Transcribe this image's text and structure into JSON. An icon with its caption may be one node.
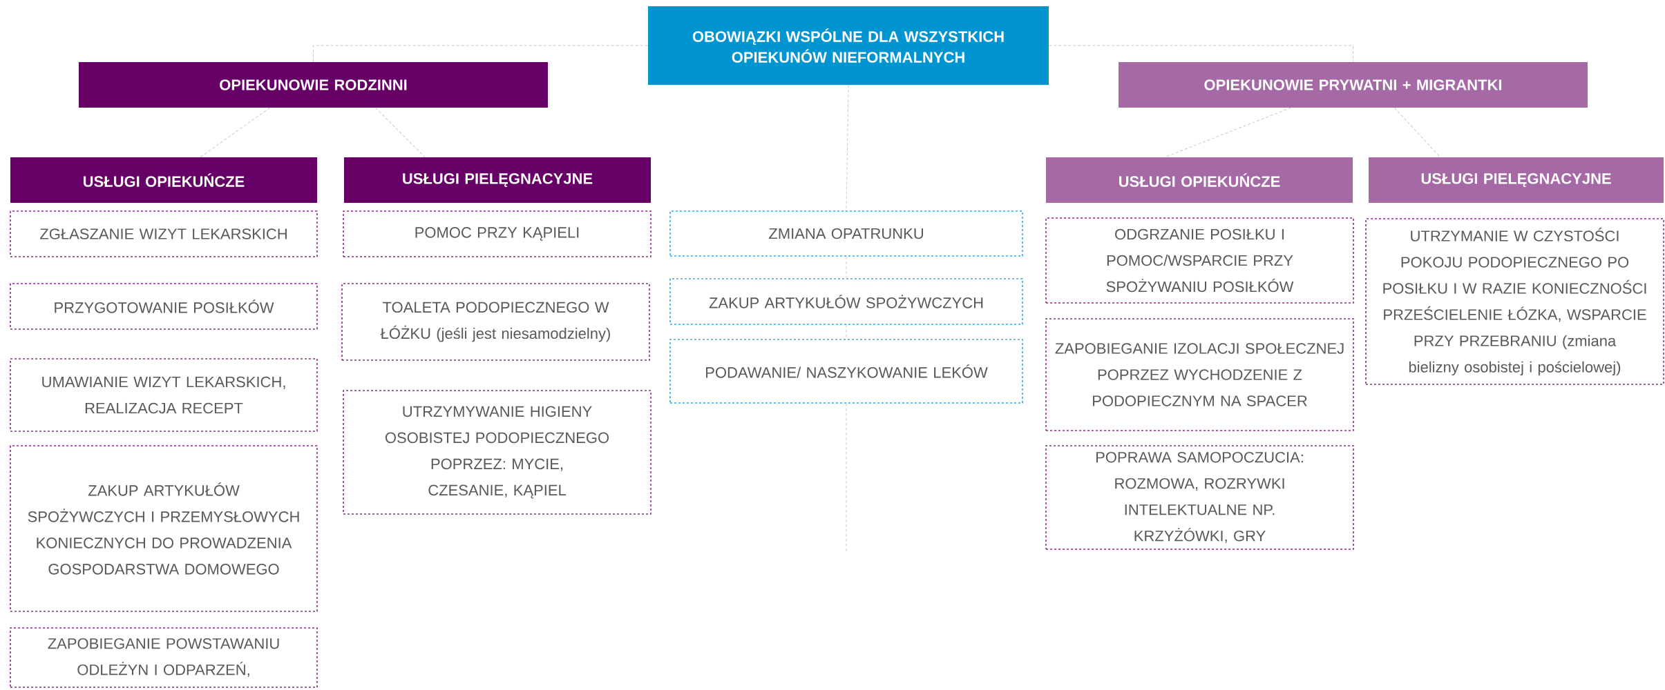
{
  "diagram": {
    "nodes": [
      {
        "text": [
          "OBOWIĄZKI WSPÓLNE DLA WSZYSTKICH OPIEKUNÓW NIEFORMALNYCH"
        ]
      },
      {
        "text": [
          "OPIEKUNOWIE RODZINNI"
        ]
      },
      {
        "text": [
          "OPIEKUNOWIE PRYWATNI + MIGRANTKI"
        ]
      },
      {
        "text": [
          "USŁUGI OPIEKUŃCZE"
        ]
      },
      {
        "text": [
          "USŁUGI PIELĘGNACYJNE"
        ]
      },
      {
        "text": [
          "USŁUGI OPIEKUŃCZE"
        ]
      },
      {
        "text": [
          "USŁUGI PIELĘGNACYJNE"
        ]
      },
      {
        "text": [
          "ZGŁASZANIE WIZYT LEKARSKICH"
        ]
      },
      {
        "text": [
          "PRZYGOTOWANIE POSIŁKÓW"
        ]
      },
      {
        "text": [
          "UMAWIANIE WIZYT LEKARSKICH, REALIZACJA RECEPT"
        ]
      },
      {
        "text": [
          "ZAKUP ARTYKUŁÓW SPOŻYWCZYCH I PRZEMYSŁOWYCH KONIECZNYCH DO PROWADZENIA GOSPODARSTWA DOMOWEGO"
        ]
      },
      {
        "text": [
          "ZAPOBIEGANIE POWSTAWANIU ODLEŻYN I ODPARZEŃ,"
        ]
      },
      {
        "text": [
          "POMOC PRZY KĄPIELI"
        ]
      },
      {
        "text": [
          "TOALETA PODOPIECZNEGO W ŁÓŻKU (jeśli jest niesamodzielny)"
        ]
      },
      {
        "text": [
          "UTRZYMYWANIE HIGIENY OSOBISTEJ PODOPIECZNEGO POPRZEZ: MYCIE, CZESANIE, KĄPIEL"
        ]
      },
      {
        "text": [
          "ZMIANA OPATRUNKU"
        ]
      },
      {
        "text": [
          "ZAKUP ARTYKUŁÓW SPOŻYWCZYCH"
        ]
      },
      {
        "text": [
          "PODAWANIE/ NASZYKOWANIE LEKÓW"
        ]
      },
      {
        "text": [
          "ODGRZANIE POSIŁKU I POMOC/WSPARCIE PRZY SPOŻYWANIU POSIŁKÓW"
        ]
      },
      {
        "text": [
          "ZAPOBIEGANIE IZOLACJI SPOŁECZNEJ POPRZEZ WYCHODZENIE Z PODOPIECZNYM NA SPACER"
        ]
      },
      {
        "text": [
          "POPRAWA SAMOPOCZUCIA: ROZMOWA, ROZRYWKI INTELEKTUALNE NP. KRZYŻÓWKI, GRY"
        ]
      },
      {
        "text": [
          "UTRZYMANIE W CZYSTOŚCI POKOJU PODOPIECZNEGO PO POSIŁKU I W RAZIE KONIECZNOŚCI PRZEŚCIELENIE ŁÓZKA, WSPARCIE PRZY PRZEBRANIU (zmiana bielizny osobistej i pościelowej)"
        ]
      }
    ],
    "edges": [
      {
        "from": 0,
        "to": 1,
        "arrow": "none"
      },
      {
        "from": 0,
        "to": 2,
        "arrow": "none"
      },
      {
        "from": 1,
        "to": 3,
        "arrow": "none"
      },
      {
        "from": 1,
        "to": 4,
        "arrow": "none"
      },
      {
        "from": 2,
        "to": 5,
        "arrow": "none"
      },
      {
        "from": 2,
        "to": 6,
        "arrow": "none"
      },
      {
        "from": 0,
        "to": 15,
        "arrow": "none"
      },
      {
        "from": 15,
        "to": 16,
        "arrow": "none"
      },
      {
        "from": 16,
        "to": 17,
        "arrow": "none"
      },
      {
        "from": 17,
        "to": null,
        "arrow": "none"
      }
    ]
  }
}
